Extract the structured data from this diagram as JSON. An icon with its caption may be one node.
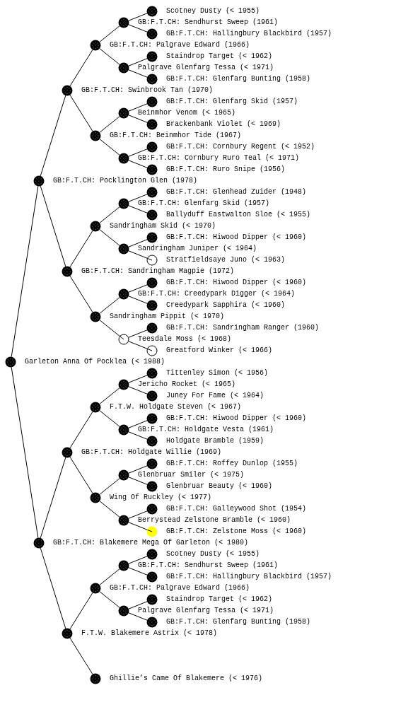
{
  "diagram": {
    "nodes": [
      {
        "text": [
          "Scotney Dusty (< 1955)"
        ]
      },
      {
        "text": [
          "GB:F.T.CH: Sendhurst Sweep (1961)"
        ]
      },
      {
        "text": [
          "GB:F.T.CH: Hallingbury Blackbird (1957)"
        ]
      },
      {
        "text": [
          "GB:F.T.CH: Palgrave Edward (1966)"
        ]
      },
      {
        "text": [
          "Staindrop Target (< 1962)"
        ]
      },
      {
        "text": [
          "Palgrave Glenfarg Tessa (< 1971)"
        ]
      },
      {
        "text": [
          "GB:F.T.CH: Glenfarg Bunting (1958)"
        ]
      },
      {
        "text": [
          "GB:F.T.CH: Swinbrook Tan (1970)"
        ]
      },
      {
        "text": [
          "GB:F.T.CH: Glenfarg Skid (1957)"
        ]
      },
      {
        "text": [
          "Beinmhor Venom (< 1965)"
        ]
      },
      {
        "text": [
          "Brackenbank Violet (< 1969)"
        ]
      },
      {
        "text": [
          "GB:F.T.CH: Beinmhor Tide (1967)"
        ]
      },
      {
        "text": [
          "GB:F.T.CH: Cornbury Regent (< 1952)"
        ]
      },
      {
        "text": [
          "GB:F.T.CH: Cornbury Ruro Teal (< 1971)"
        ]
      },
      {
        "text": [
          "GB:F.T.CH: Ruro Snipe (1956)"
        ]
      },
      {
        "text": [
          "GB:F.T.CH: Pocklington Glen (1978)"
        ]
      },
      {
        "text": [
          "GB:F.T.CH: Glenhead Zuider (1948)"
        ]
      },
      {
        "text": [
          "GB:F.T.CH: Glenfarg Skid (1957)"
        ]
      },
      {
        "text": [
          "Ballyduff Eastwalton Sloe (< 1955)"
        ]
      },
      {
        "text": [
          "Sandringham Skid (< 1970)"
        ]
      },
      {
        "text": [
          "GB:F.T.CH: Hiwood Dipper (< 1960)"
        ]
      },
      {
        "text": [
          "Sandringham Juniper (< 1964)"
        ]
      },
      {
        "text": [
          "Stratfieldsaye Juno (< 1963)"
        ]
      },
      {
        "text": [
          "GB:F.T.CH: Sandringham Magpie (1972)"
        ]
      },
      {
        "text": [
          "GB:F.T.CH: Hiwood Dipper (< 1960)"
        ]
      },
      {
        "text": [
          "GB:F.T.CH: Creedypark Digger (< 1964)"
        ]
      },
      {
        "text": [
          "Creedypark Sapphira (< 1960)"
        ]
      },
      {
        "text": [
          "Sandringham Pippit (< 1970)"
        ]
      },
      {
        "text": [
          "GB:F.T.CH: Sandringham Ranger (1960)"
        ]
      },
      {
        "text": [
          "Teesdale Moss (< 1968)"
        ]
      },
      {
        "text": [
          "Greatford Winker (< 1966)"
        ]
      },
      {
        "text": [
          "Garleton Anna Of Pocklea (< 1988)"
        ]
      },
      {
        "text": [
          "Tittenley Simon (< 1956)"
        ]
      },
      {
        "text": [
          "Jericho Rocket (< 1965)"
        ]
      },
      {
        "text": [
          "Juney For Fame (< 1964)"
        ]
      },
      {
        "text": [
          "F.T.W. Holdgate Steven (< 1967)"
        ]
      },
      {
        "text": [
          "GB:F.T.CH: Hiwood Dipper (< 1960)"
        ]
      },
      {
        "text": [
          "GB:F.T.CH: Holdgate Vesta (1961)"
        ]
      },
      {
        "text": [
          "Holdgate Bramble (1959)"
        ]
      },
      {
        "text": [
          "GB:F.T.CH: Holdgate Willie (1969)"
        ]
      },
      {
        "text": [
          "GB:F.T.CH: Roffey Dunlop (1955)"
        ]
      },
      {
        "text": [
          "Glenbruar Smiler (< 1975)"
        ]
      },
      {
        "text": [
          "Glenbruar Beauty (< 1960)"
        ]
      },
      {
        "text": [
          "Wing Of Ruckley (< 1977)"
        ]
      },
      {
        "text": [
          "GB:F.T.CH: Galleywood Shot (1954)"
        ]
      },
      {
        "text": [
          "Berrystead Zelstone Bramble (< 1960)"
        ]
      },
      {
        "text": [
          "GB:F.T.CH: Zelstone Moss (< 1960)"
        ]
      },
      {
        "text": [
          "GB:F.T.CH: Blakemere Mega Of Garleton (< 1980)"
        ]
      },
      {
        "text": [
          "Scotney Dusty (< 1955)"
        ]
      },
      {
        "text": [
          "GB:F.T.CH: Sendhurst Sweep (1961)"
        ]
      },
      {
        "text": [
          "GB:F.T.CH: Hallingbury Blackbird (1957)"
        ]
      },
      {
        "text": [
          "GB:F.T.CH: Palgrave Edward (1966)"
        ]
      },
      {
        "text": [
          "Staindrop Target (< 1962)"
        ]
      },
      {
        "text": [
          "Palgrave Glenfarg Tessa (< 1971)"
        ]
      },
      {
        "text": [
          "GB:F.T.CH: Glenfarg Bunting (1958)"
        ]
      },
      {
        "text": [
          "F.T.W. Blakemere Astrix (< 1978)"
        ]
      },
      {
        "text": [
          "Ghillie’s Came Of Blakemere (< 1976)"
        ]
      }
    ],
    "edges": [
      {
        "from": 1,
        "to": 0,
        "arrow": "none"
      },
      {
        "from": 3,
        "to": 1,
        "arrow": "none"
      },
      {
        "from": 1,
        "to": 2,
        "arrow": "none"
      },
      {
        "from": 7,
        "to": 3,
        "arrow": "none"
      },
      {
        "from": 5,
        "to": 4,
        "arrow": "none"
      },
      {
        "from": 3,
        "to": 5,
        "arrow": "none"
      },
      {
        "from": 5,
        "to": 6,
        "arrow": "none"
      },
      {
        "from": 15,
        "to": 7,
        "arrow": "none"
      },
      {
        "from": 9,
        "to": 8,
        "arrow": "none"
      },
      {
        "from": 11,
        "to": 9,
        "arrow": "none"
      },
      {
        "from": 9,
        "to": 10,
        "arrow": "none"
      },
      {
        "from": 7,
        "to": 11,
        "arrow": "none"
      },
      {
        "from": 13,
        "to": 12,
        "arrow": "none"
      },
      {
        "from": 11,
        "to": 13,
        "arrow": "none"
      },
      {
        "from": 13,
        "to": 14,
        "arrow": "none"
      },
      {
        "from": 31,
        "to": 15,
        "arrow": "none"
      },
      {
        "from": 17,
        "to": 16,
        "arrow": "none"
      },
      {
        "from": 19,
        "to": 17,
        "arrow": "none"
      },
      {
        "from": 17,
        "to": 18,
        "arrow": "none"
      },
      {
        "from": 23,
        "to": 19,
        "arrow": "none"
      },
      {
        "from": 21,
        "to": 20,
        "arrow": "none"
      },
      {
        "from": 19,
        "to": 21,
        "arrow": "none"
      },
      {
        "from": 21,
        "to": 22,
        "arrow": "none"
      },
      {
        "from": 15,
        "to": 23,
        "arrow": "none"
      },
      {
        "from": 25,
        "to": 24,
        "arrow": "none"
      },
      {
        "from": 27,
        "to": 25,
        "arrow": "none"
      },
      {
        "from": 25,
        "to": 26,
        "arrow": "none"
      },
      {
        "from": 23,
        "to": 27,
        "arrow": "none"
      },
      {
        "from": 29,
        "to": 28,
        "arrow": "none"
      },
      {
        "from": 27,
        "to": 29,
        "arrow": "none"
      },
      {
        "from": 29,
        "to": 30,
        "arrow": "none"
      },
      {
        "from": 33,
        "to": 32,
        "arrow": "none"
      },
      {
        "from": 35,
        "to": 33,
        "arrow": "none"
      },
      {
        "from": 33,
        "to": 34,
        "arrow": "none"
      },
      {
        "from": 39,
        "to": 35,
        "arrow": "none"
      },
      {
        "from": 37,
        "to": 36,
        "arrow": "none"
      },
      {
        "from": 35,
        "to": 37,
        "arrow": "none"
      },
      {
        "from": 37,
        "to": 38,
        "arrow": "none"
      },
      {
        "from": 47,
        "to": 39,
        "arrow": "none"
      },
      {
        "from": 41,
        "to": 40,
        "arrow": "none"
      },
      {
        "from": 43,
        "to": 41,
        "arrow": "none"
      },
      {
        "from": 41,
        "to": 42,
        "arrow": "none"
      },
      {
        "from": 39,
        "to": 43,
        "arrow": "none"
      },
      {
        "from": 45,
        "to": 44,
        "arrow": "none"
      },
      {
        "from": 43,
        "to": 45,
        "arrow": "none"
      },
      {
        "from": 45,
        "to": 46,
        "arrow": "none"
      },
      {
        "from": 31,
        "to": 47,
        "arrow": "none"
      },
      {
        "from": 49,
        "to": 48,
        "arrow": "none"
      },
      {
        "from": 51,
        "to": 49,
        "arrow": "none"
      },
      {
        "from": 49,
        "to": 50,
        "arrow": "none"
      },
      {
        "from": 55,
        "to": 51,
        "arrow": "none"
      },
      {
        "from": 53,
        "to": 52,
        "arrow": "none"
      },
      {
        "from": 51,
        "to": 53,
        "arrow": "none"
      },
      {
        "from": 53,
        "to": 54,
        "arrow": "none"
      },
      {
        "from": 47,
        "to": 55,
        "arrow": "none"
      },
      {
        "from": 55,
        "to": 56,
        "arrow": "none"
      }
    ]
  }
}
